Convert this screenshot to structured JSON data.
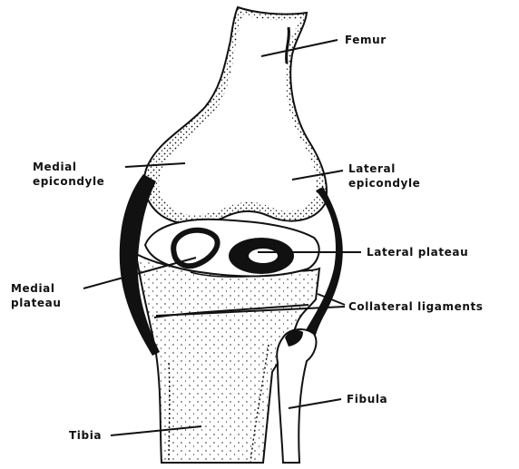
{
  "labels": {
    "femur": "Femur",
    "medial_epicondyle_line1": "Medial",
    "medial_epicondyle_line2": "epicondyle",
    "lateral_epicondyle_line1": "Lateral",
    "lateral_epicondyle_line2": "epicondyle",
    "lateral_plateau": "Lateral plateau",
    "medial_plateau_line1": "Medial",
    "medial_plateau_line2": "plateau",
    "collateral_ligaments": "Collateral ligaments",
    "fibula": "Fibula",
    "tibia": "Tibia"
  },
  "colors": {
    "ink": "#111111",
    "paper": "#ffffff"
  }
}
